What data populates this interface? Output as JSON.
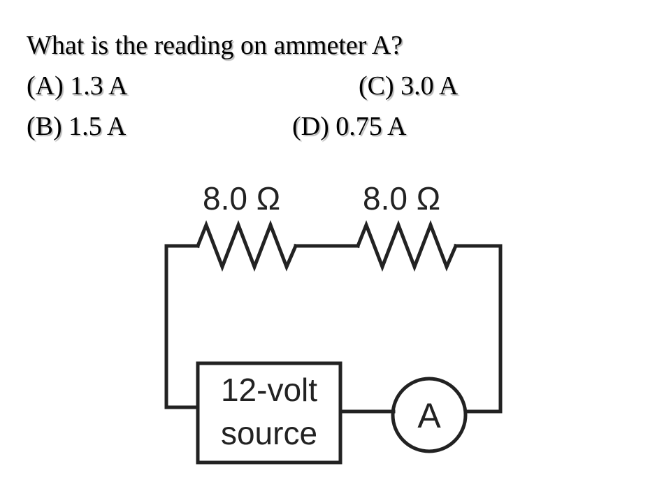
{
  "question": {
    "text": "What is the reading on ammeter A?",
    "options": {
      "a": "(A) 1.3 A",
      "b": "(B) 1.5 A",
      "c": "(C) 3.0 A",
      "d": "(D) 0.75 A"
    }
  },
  "circuit": {
    "resistor_1_label": "8.0 Ω",
    "resistor_2_label": "8.0 Ω",
    "source_label_line1": "12-volt",
    "source_label_line2": "source",
    "ammeter_label": "A",
    "wire_color": "#222222"
  }
}
